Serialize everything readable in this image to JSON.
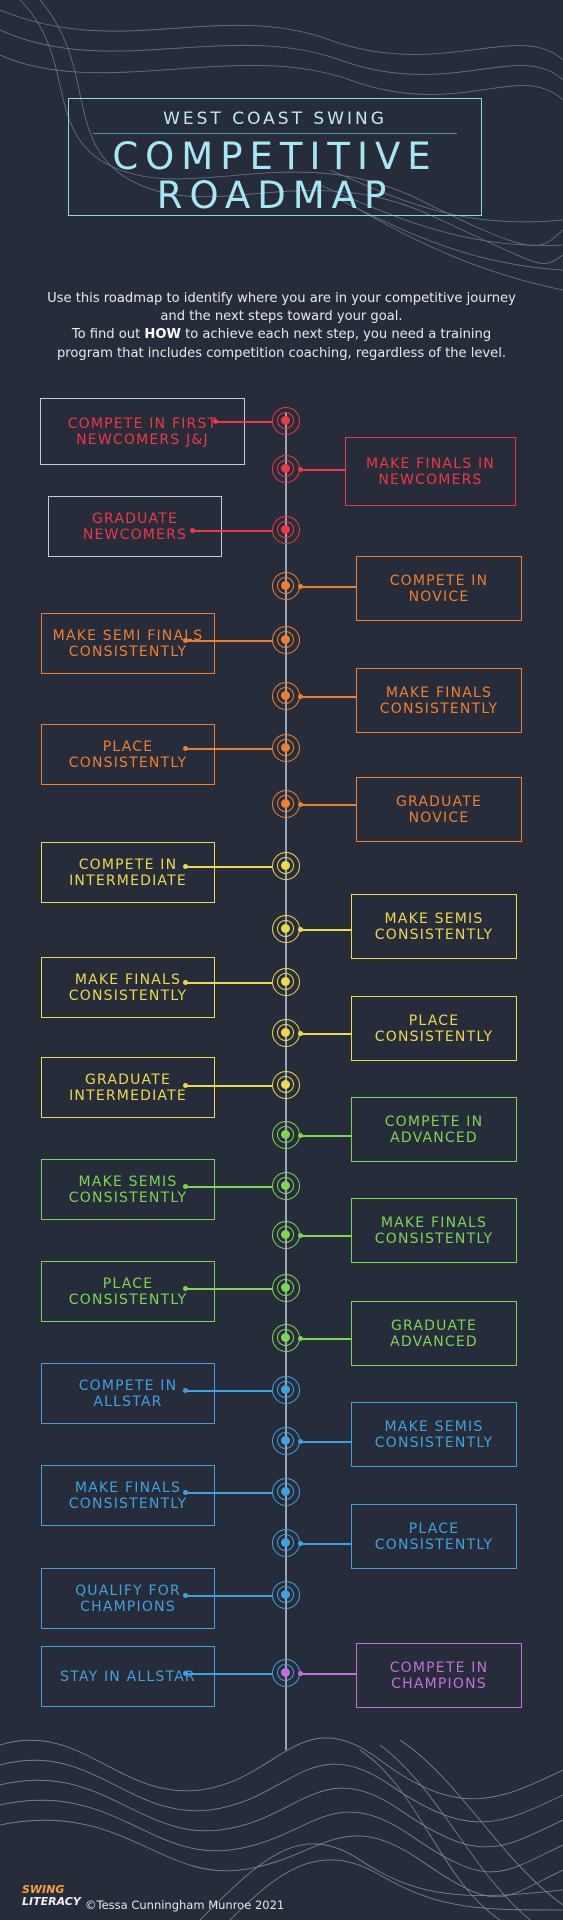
{
  "header": {
    "subtitle": "WEST COAST SWING",
    "title_line1": "COMPETITIVE",
    "title_line2": "ROADMAP"
  },
  "intro": {
    "line1": "Use this roadmap to identify where you are in your competitive journey",
    "line2": "and the next steps toward your goal.",
    "line3_pre": "To find out ",
    "line3_bold": "HOW",
    "line3_post": " to achieve each next step, you need a training",
    "line4": "program that includes competition coaching, regardless of the level."
  },
  "colors": {
    "newcomer": "#f03743",
    "novice": "#f07e2e",
    "intermediate": "#efd84a",
    "advanced": "#7cd652",
    "allstar": "#3ea2e0",
    "champions": "#c76ce0"
  },
  "steps": [
    {
      "label": "COMPETE IN FIRST NEWCOMERS J&J",
      "level": "newcomer",
      "side": "left"
    },
    {
      "label": "MAKE FINALS IN NEWCOMERS",
      "level": "newcomer",
      "side": "right"
    },
    {
      "label": "GRADUATE NEWCOMERS",
      "level": "newcomer",
      "side": "left"
    },
    {
      "label": "COMPETE IN NOVICE",
      "level": "novice",
      "side": "right"
    },
    {
      "label": "MAKE SEMI FINALS CONSISTENTLY",
      "level": "novice",
      "side": "left"
    },
    {
      "label": "MAKE FINALS CONSISTENTLY",
      "level": "novice",
      "side": "right"
    },
    {
      "label": "PLACE CONSISTENTLY",
      "level": "novice",
      "side": "left"
    },
    {
      "label": "GRADUATE NOVICE",
      "level": "novice",
      "side": "right"
    },
    {
      "label": "COMPETE IN INTERMEDIATE",
      "level": "intermediate",
      "side": "left"
    },
    {
      "label": "MAKE SEMIS CONSISTENTLY",
      "level": "intermediate",
      "side": "right"
    },
    {
      "label": "MAKE FINALS CONSISTENTLY",
      "level": "intermediate",
      "side": "left"
    },
    {
      "label": "PLACE CONSISTENTLY",
      "level": "intermediate",
      "side": "right"
    },
    {
      "label": "GRADUATE INTERMEDIATE",
      "level": "intermediate",
      "side": "left"
    },
    {
      "label": "COMPETE IN ADVANCED",
      "level": "advanced",
      "side": "right"
    },
    {
      "label": "MAKE SEMIS CONSISTENTLY",
      "level": "advanced",
      "side": "left"
    },
    {
      "label": "MAKE FINALS CONSISTENTLY",
      "level": "advanced",
      "side": "right"
    },
    {
      "label": "PLACE CONSISTENTLY",
      "level": "advanced",
      "side": "left"
    },
    {
      "label": "GRADUATE ADVANCED",
      "level": "advanced",
      "side": "right"
    },
    {
      "label": "COMPETE IN ALLSTAR",
      "level": "allstar",
      "side": "left"
    },
    {
      "label": "MAKE SEMIS CONSISTENTLY",
      "level": "allstar",
      "side": "right"
    },
    {
      "label": "MAKE FINALS CONSISTENTLY",
      "level": "allstar",
      "side": "left"
    },
    {
      "label": "PLACE CONSISTENTLY",
      "level": "allstar",
      "side": "right"
    },
    {
      "label": "QUALIFY FOR CHAMPIONS",
      "level": "allstar",
      "side": "left"
    },
    {
      "label": "STAY IN ALLSTAR",
      "level": "allstar",
      "side": "left"
    },
    {
      "label": "COMPETE IN CHAMPIONS",
      "level": "champions",
      "side": "right"
    }
  ],
  "footer": {
    "logo_line1": "SWING",
    "logo_line2": "LITERACY",
    "copyright": "©Tessa Cunningham Munroe 2021"
  }
}
